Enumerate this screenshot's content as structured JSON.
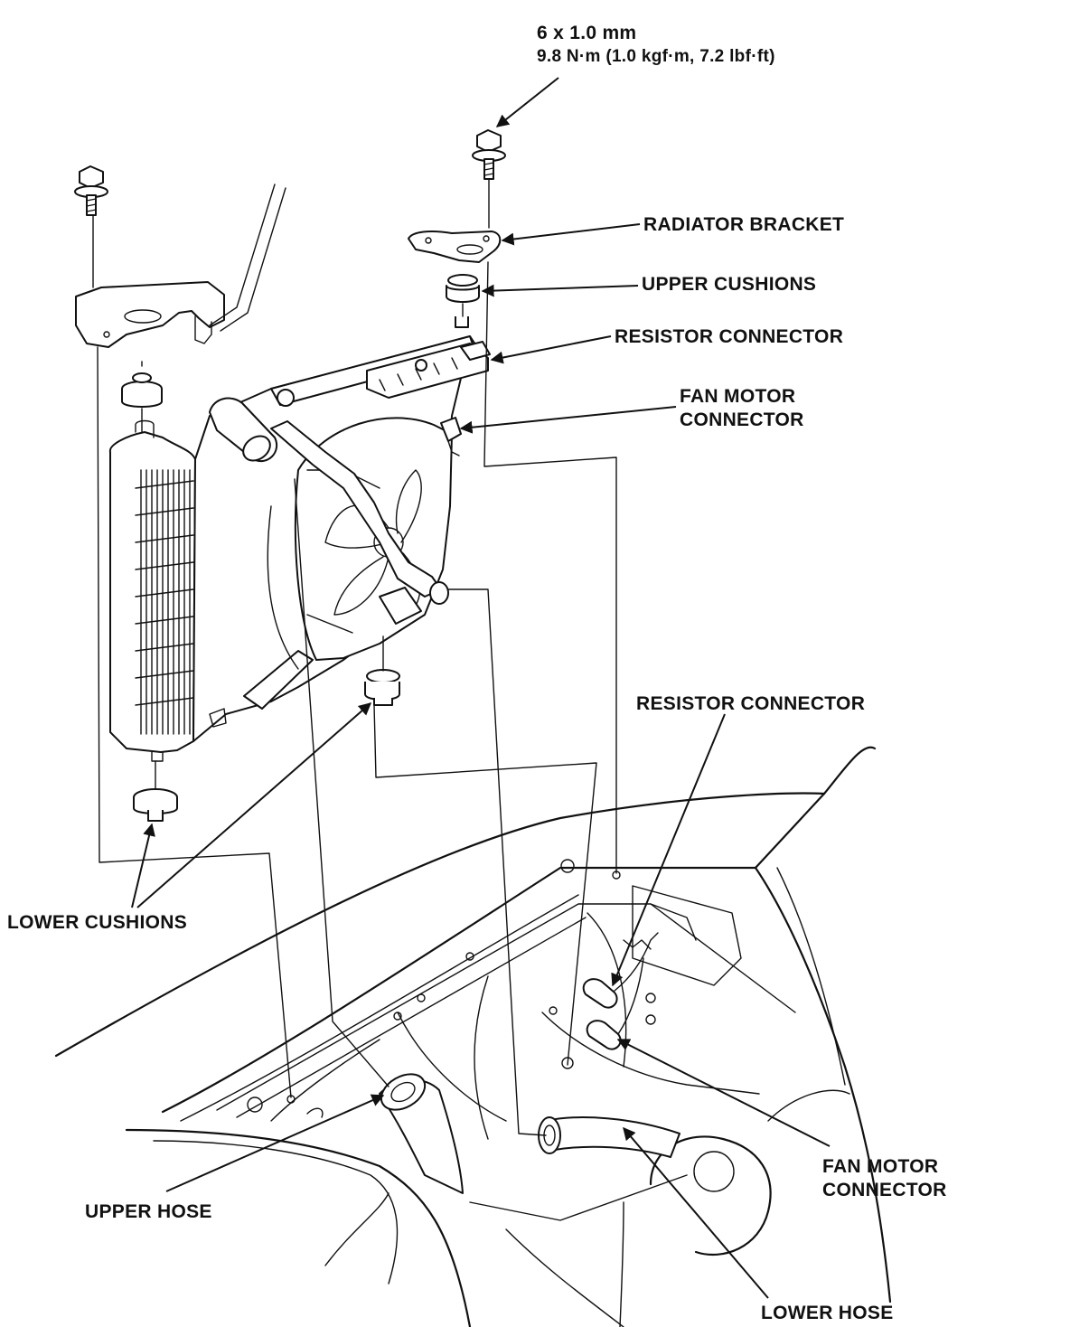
{
  "labels": {
    "bolt_spec_size": "6 x 1.0 mm",
    "bolt_spec_torque": "9.8 N·m (1.0 kgf·m, 7.2 lbf·ft)",
    "radiator_bracket": "RADIATOR BRACKET",
    "upper_cushions": "UPPER CUSHIONS",
    "resistor_connector_top": "RESISTOR CONNECTOR",
    "fan_motor_connector_top_1": "FAN MOTOR",
    "fan_motor_connector_top_2": "CONNECTOR",
    "resistor_connector_bottom": "RESISTOR CONNECTOR",
    "lower_cushions": "LOWER CUSHIONS",
    "fan_motor_connector_bottom_1": "FAN MOTOR",
    "fan_motor_connector_bottom_2": "CONNECTOR",
    "upper_hose": "UPPER HOSE",
    "lower_hose": "LOWER HOSE"
  },
  "colors": {
    "ink": "#111111",
    "paper": "#ffffff"
  }
}
